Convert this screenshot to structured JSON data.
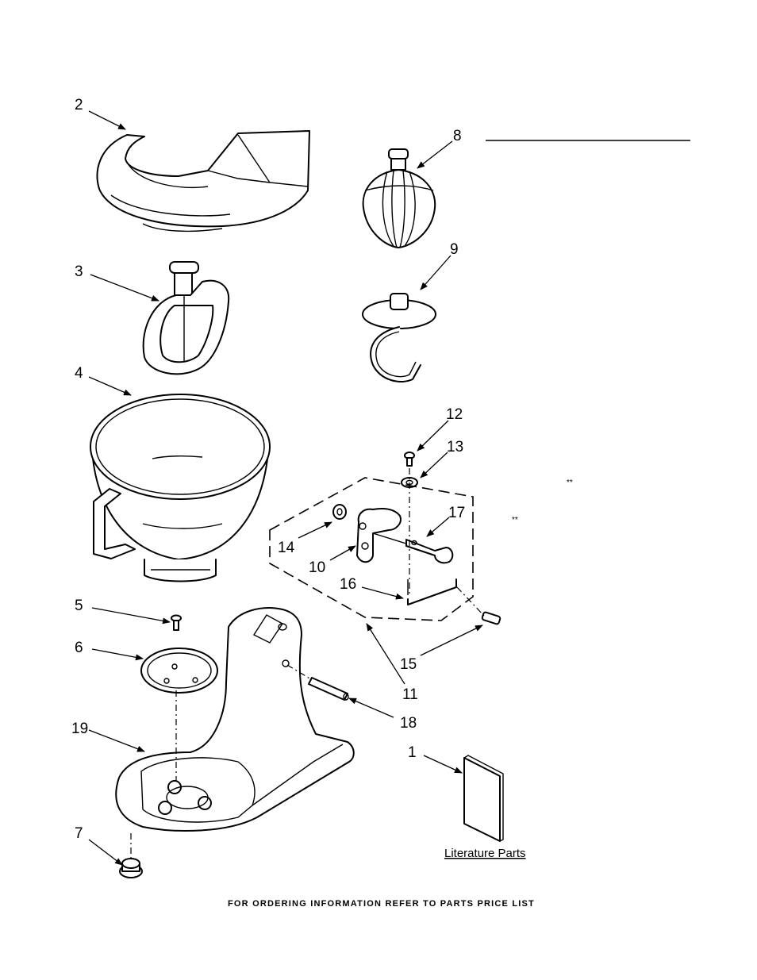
{
  "callouts": {
    "c1": "1",
    "c2": "2",
    "c3": "3",
    "c4": "4",
    "c5": "5",
    "c6": "6",
    "c7": "7",
    "c8": "8",
    "c9": "9",
    "c10": "10",
    "c11": "11",
    "c12": "12",
    "c13": "13",
    "c14": "14",
    "c15": "15",
    "c16": "16",
    "c17": "17",
    "c18": "18",
    "c19": "19"
  },
  "literature_label": "Literature Parts",
  "footer_note": "FOR ORDERING INFORMATION REFER TO PARTS PRICE LIST",
  "asterisk_marks": [
    "**",
    "**"
  ]
}
